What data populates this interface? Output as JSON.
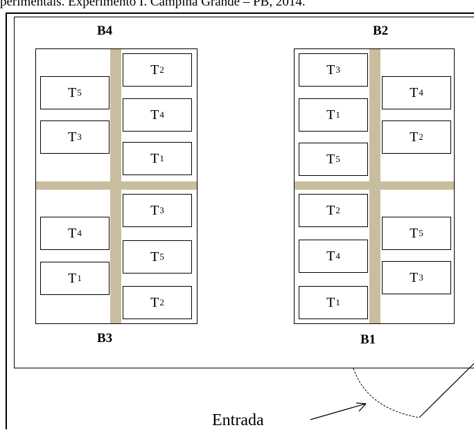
{
  "caption": "perimentais. Experimento I. Campina Grande – PB, 2014.",
  "block_labels": {
    "b4": "B4",
    "b2": "B2",
    "b3": "B3",
    "b1": "B1"
  },
  "plots": {
    "b4_left": [
      [
        "T",
        "5"
      ],
      [
        "T",
        "3"
      ]
    ],
    "b4_right": [
      [
        "T",
        "2"
      ],
      [
        "T",
        "4"
      ],
      [
        "T",
        "1"
      ]
    ],
    "b3_left": [
      [
        "T",
        "4"
      ],
      [
        "T",
        "1"
      ]
    ],
    "b3_right": [
      [
        "T",
        "3"
      ],
      [
        "T",
        "5"
      ],
      [
        "T",
        "2"
      ]
    ],
    "b2_left": [
      [
        "T",
        "3"
      ],
      [
        "T",
        "1"
      ],
      [
        "T",
        "5"
      ]
    ],
    "b2_right": [
      [
        "T",
        "4"
      ],
      [
        "T",
        "2"
      ]
    ],
    "b1_left": [
      [
        "T",
        "2"
      ],
      [
        "T",
        "4"
      ],
      [
        "T",
        "1"
      ]
    ],
    "b1_right": [
      [
        "T",
        "5"
      ],
      [
        "T",
        "3"
      ]
    ]
  },
  "entrance_label": "Entrada",
  "colors": {
    "corridor": "#c8bd9e",
    "line": "#000000"
  }
}
